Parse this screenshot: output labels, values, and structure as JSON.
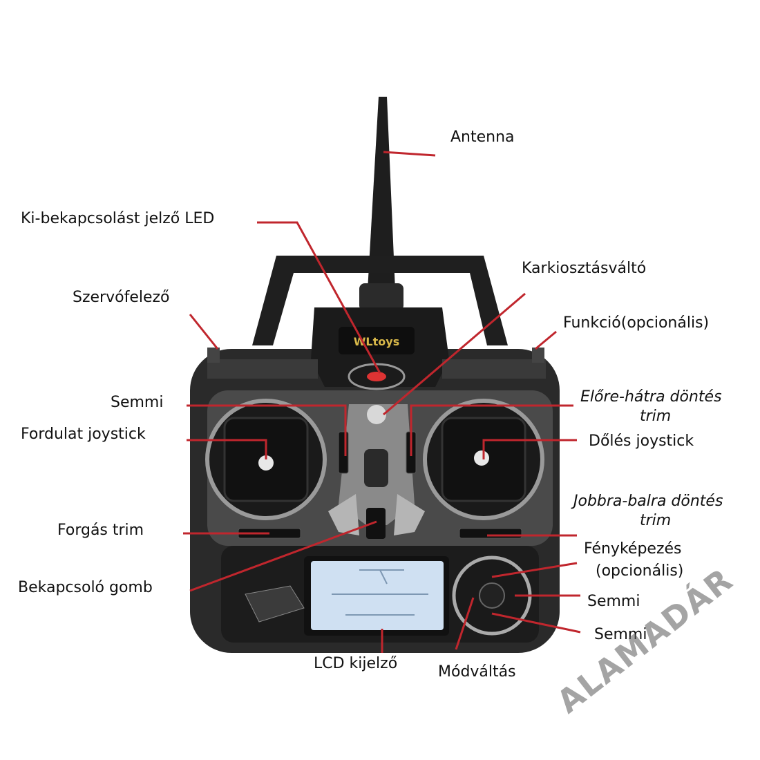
{
  "colors": {
    "leader": "#c0262d",
    "body": "#2a2a2a",
    "lcd": "#cfe0f2"
  },
  "brand_logo": "WLtoys",
  "labels": {
    "antenna": "Antenna",
    "power_led": "Ki-bekapcsolást jelző LED",
    "servo_halver": "Szervófelező",
    "arm_switch": "Karkiosztásváltó",
    "function": "Funkció(opcionális)",
    "nothing_left": "Semmi",
    "pitch_trim_1": "Előre-hátra döntés",
    "pitch_trim_2": "trim",
    "throttle_joystick": "Fordulat joystick",
    "tilt_joystick": "Dőlés joystick",
    "roll_trim_1": "Jobbra-balra döntés",
    "roll_trim_2": "trim",
    "yaw_trim": "Forgás trim",
    "photo_1": "Fényképezés",
    "photo_2": "(opcionális)",
    "power_button": "Bekapcsoló gomb",
    "nothing_right_1": "Semmi",
    "nothing_right_2": "Semmi",
    "lcd": "LCD kijelző",
    "mode_switch": "Módváltás"
  },
  "watermark": "ALAMADÁR"
}
